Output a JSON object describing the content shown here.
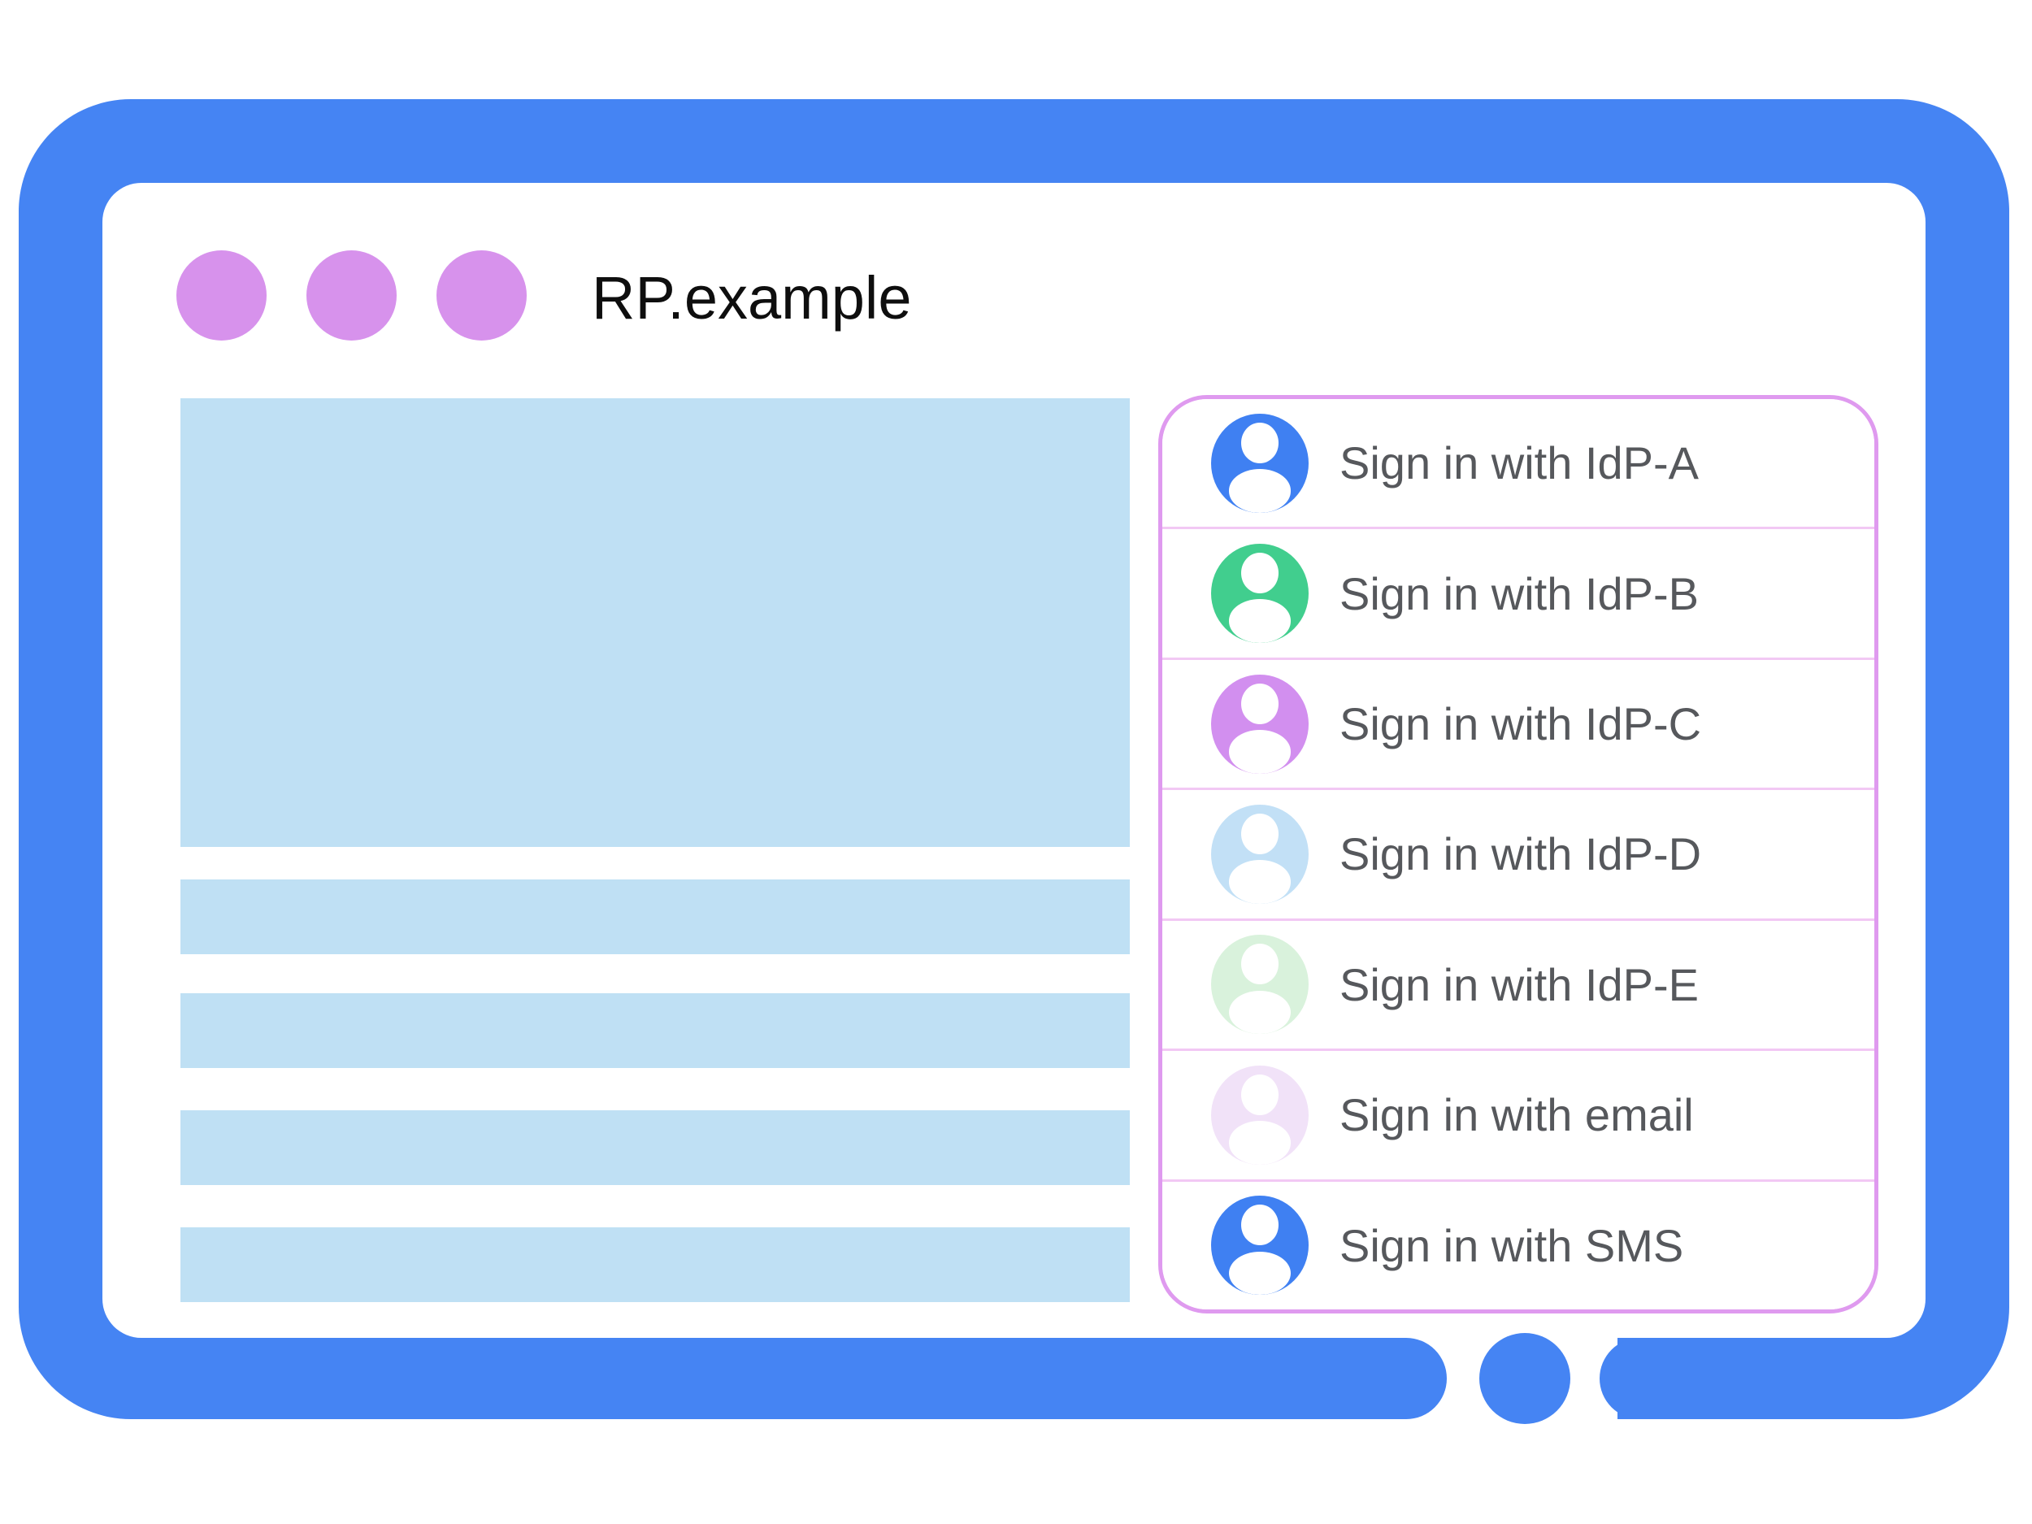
{
  "window": {
    "title": "RP.example",
    "dot_count": 3
  },
  "signin_panel": {
    "options": [
      {
        "label": "Sign in with IdP-A",
        "icon": "person-avatar-icon",
        "avatar_color": "#3F80F2"
      },
      {
        "label": "Sign in with IdP-B",
        "icon": "person-avatar-icon",
        "avatar_color": "#41CE8E"
      },
      {
        "label": "Sign in with IdP-C",
        "icon": "person-avatar-icon",
        "avatar_color": "#D28FEF"
      },
      {
        "label": "Sign in with IdP-D",
        "icon": "person-avatar-icon",
        "avatar_color": "#C2E0F6"
      },
      {
        "label": "Sign in with IdP-E",
        "icon": "person-avatar-icon",
        "avatar_color": "#D9F2DC"
      },
      {
        "label": "Sign in with email",
        "icon": "person-avatar-icon",
        "avatar_color": "#F1E2F8"
      },
      {
        "label": "Sign in with SMS",
        "icon": "person-avatar-icon",
        "avatar_color": "#3F80F2"
      }
    ]
  },
  "colors": {
    "frame_blue": "#4584F3",
    "window_dot_purple": "#D792EC",
    "content_placeholder_blue": "#BFE0F4",
    "panel_border_violet": "#DF9AEF",
    "row_divider_pink": "#F2C8F4",
    "label_gray": "#56585C",
    "title_black": "#0E0E0E"
  }
}
